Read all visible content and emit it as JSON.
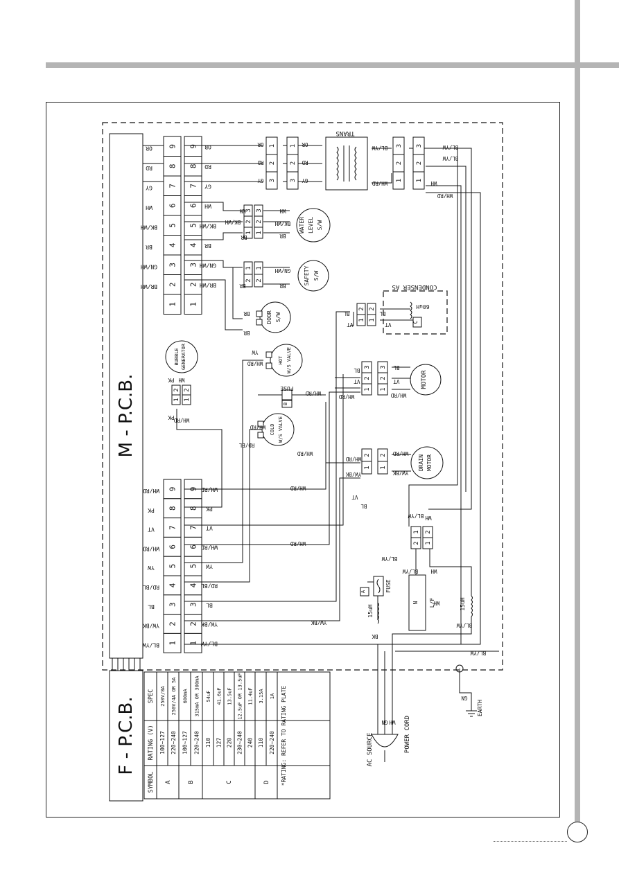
{
  "boards": {
    "main_pcb": "M - P.C.B.",
    "filter_pcb": "F - P.C.B."
  },
  "top_connector": {
    "pins": [
      "9",
      "8",
      "7",
      "6",
      "5",
      "4",
      "3",
      "2",
      "1"
    ],
    "wires": [
      "OR",
      "RD",
      "GY",
      "WH",
      "BK/WH",
      "BR",
      "GN/WH",
      "BR/WH",
      ""
    ]
  },
  "bottom_connector": {
    "pins": [
      "9",
      "8",
      "7",
      "6",
      "5",
      "4",
      "3",
      "2",
      "1"
    ],
    "wires": [
      "WH/RD",
      "PK",
      "VT",
      "WH/RD",
      "YW",
      "RD/BL",
      "BL",
      "YW/BK",
      "BL/YW"
    ]
  },
  "components": {
    "trans": "TRANS",
    "water_level": [
      "WATER",
      "LEVEL",
      "S/W"
    ],
    "safety": [
      "SAFETY",
      "S/W"
    ],
    "door": [
      "DOOR",
      "S/W"
    ],
    "condenser": "CONDENSER AS",
    "condenser_value": "60uH",
    "capacitor_symbol": "C",
    "bubble": [
      "BUBBLE",
      "GENERATOR"
    ],
    "hot_valve": [
      "HOT",
      "W/S VALVE"
    ],
    "cold_valve": [
      "COLD",
      "W/S VALVE"
    ],
    "fuse_b": "FUSE",
    "fuse_b_symbol": "B",
    "motor": "MOTOR",
    "drain_motor": [
      "DRAIN",
      "MOTOR"
    ],
    "fuse_a": "FUSE",
    "fuse_a_symbol": "A",
    "line_filter": "L/F",
    "line_filter_n": "N",
    "inductor_value": "15uH",
    "ac_source": "AC SOURCE",
    "power_cord": "POWER CORD",
    "earth": "EARTH"
  },
  "wire_labels": {
    "trans_in": [
      "OR",
      "RD",
      "GY"
    ],
    "trans_out": [
      "BL/YW",
      "",
      "WH/RD"
    ],
    "mains_right": [
      "BL/YW",
      "BL/YW",
      "WH",
      "WH/RD"
    ],
    "water_level": [
      "WH",
      "BK/WH",
      "BR"
    ],
    "safety": [
      "GN/WH",
      "BR"
    ],
    "door": [
      "BR",
      "BR"
    ],
    "condenser": [
      "BL",
      "VT",
      "BL",
      "VT"
    ],
    "bubble": [
      "PK",
      "WH",
      "PK",
      "WH/RD"
    ],
    "hot_valve": [
      "YW",
      "WH/RD",
      "WH/RD"
    ],
    "cold_valve": [
      "RD/BL",
      "WH/RD",
      "RD/BL"
    ],
    "motor": [
      "BL",
      "VT",
      "WH/RD",
      "BL",
      "VT",
      "WH/RD"
    ],
    "drain_motor": [
      "WH/RD",
      "YW/BK",
      "WH/RD",
      "YW/BK"
    ],
    "misc": [
      "VT",
      "BL",
      "BL/YW",
      "WH",
      "BL/YW",
      "BL/YW",
      "WH",
      "WH",
      "BK",
      "GN",
      "WH",
      "BL/YW",
      "GN",
      "WH/RD",
      "WH/RD",
      "WH/RD",
      "YW/BK",
      "BL/YW"
    ]
  },
  "rating_table": {
    "headers": [
      "SYMBOL",
      "RATING (V)",
      "SPEC"
    ],
    "rows": [
      [
        "A",
        "100~127",
        "250V/8A"
      ],
      [
        "",
        "220~240",
        "250V/4A OR 5A"
      ],
      [
        "B",
        "100~127",
        "600mA"
      ],
      [
        "",
        "220~240",
        "315mA OR 300mA"
      ],
      [
        "C",
        "110",
        "54uF"
      ],
      [
        "",
        "127",
        "41.6uF"
      ],
      [
        "",
        "220",
        "13.5uF"
      ],
      [
        "",
        "230~240",
        "12.5uF OR 13.5uF"
      ],
      [
        "",
        "240",
        "11.4uF"
      ],
      [
        "D",
        "110",
        "3.15A"
      ],
      [
        "",
        "220~240",
        "1A"
      ]
    ],
    "note": "*RATING: REFER TO RATING PLATE"
  },
  "colors": {
    "line": "#111111",
    "bar": "#b4b4b4"
  }
}
